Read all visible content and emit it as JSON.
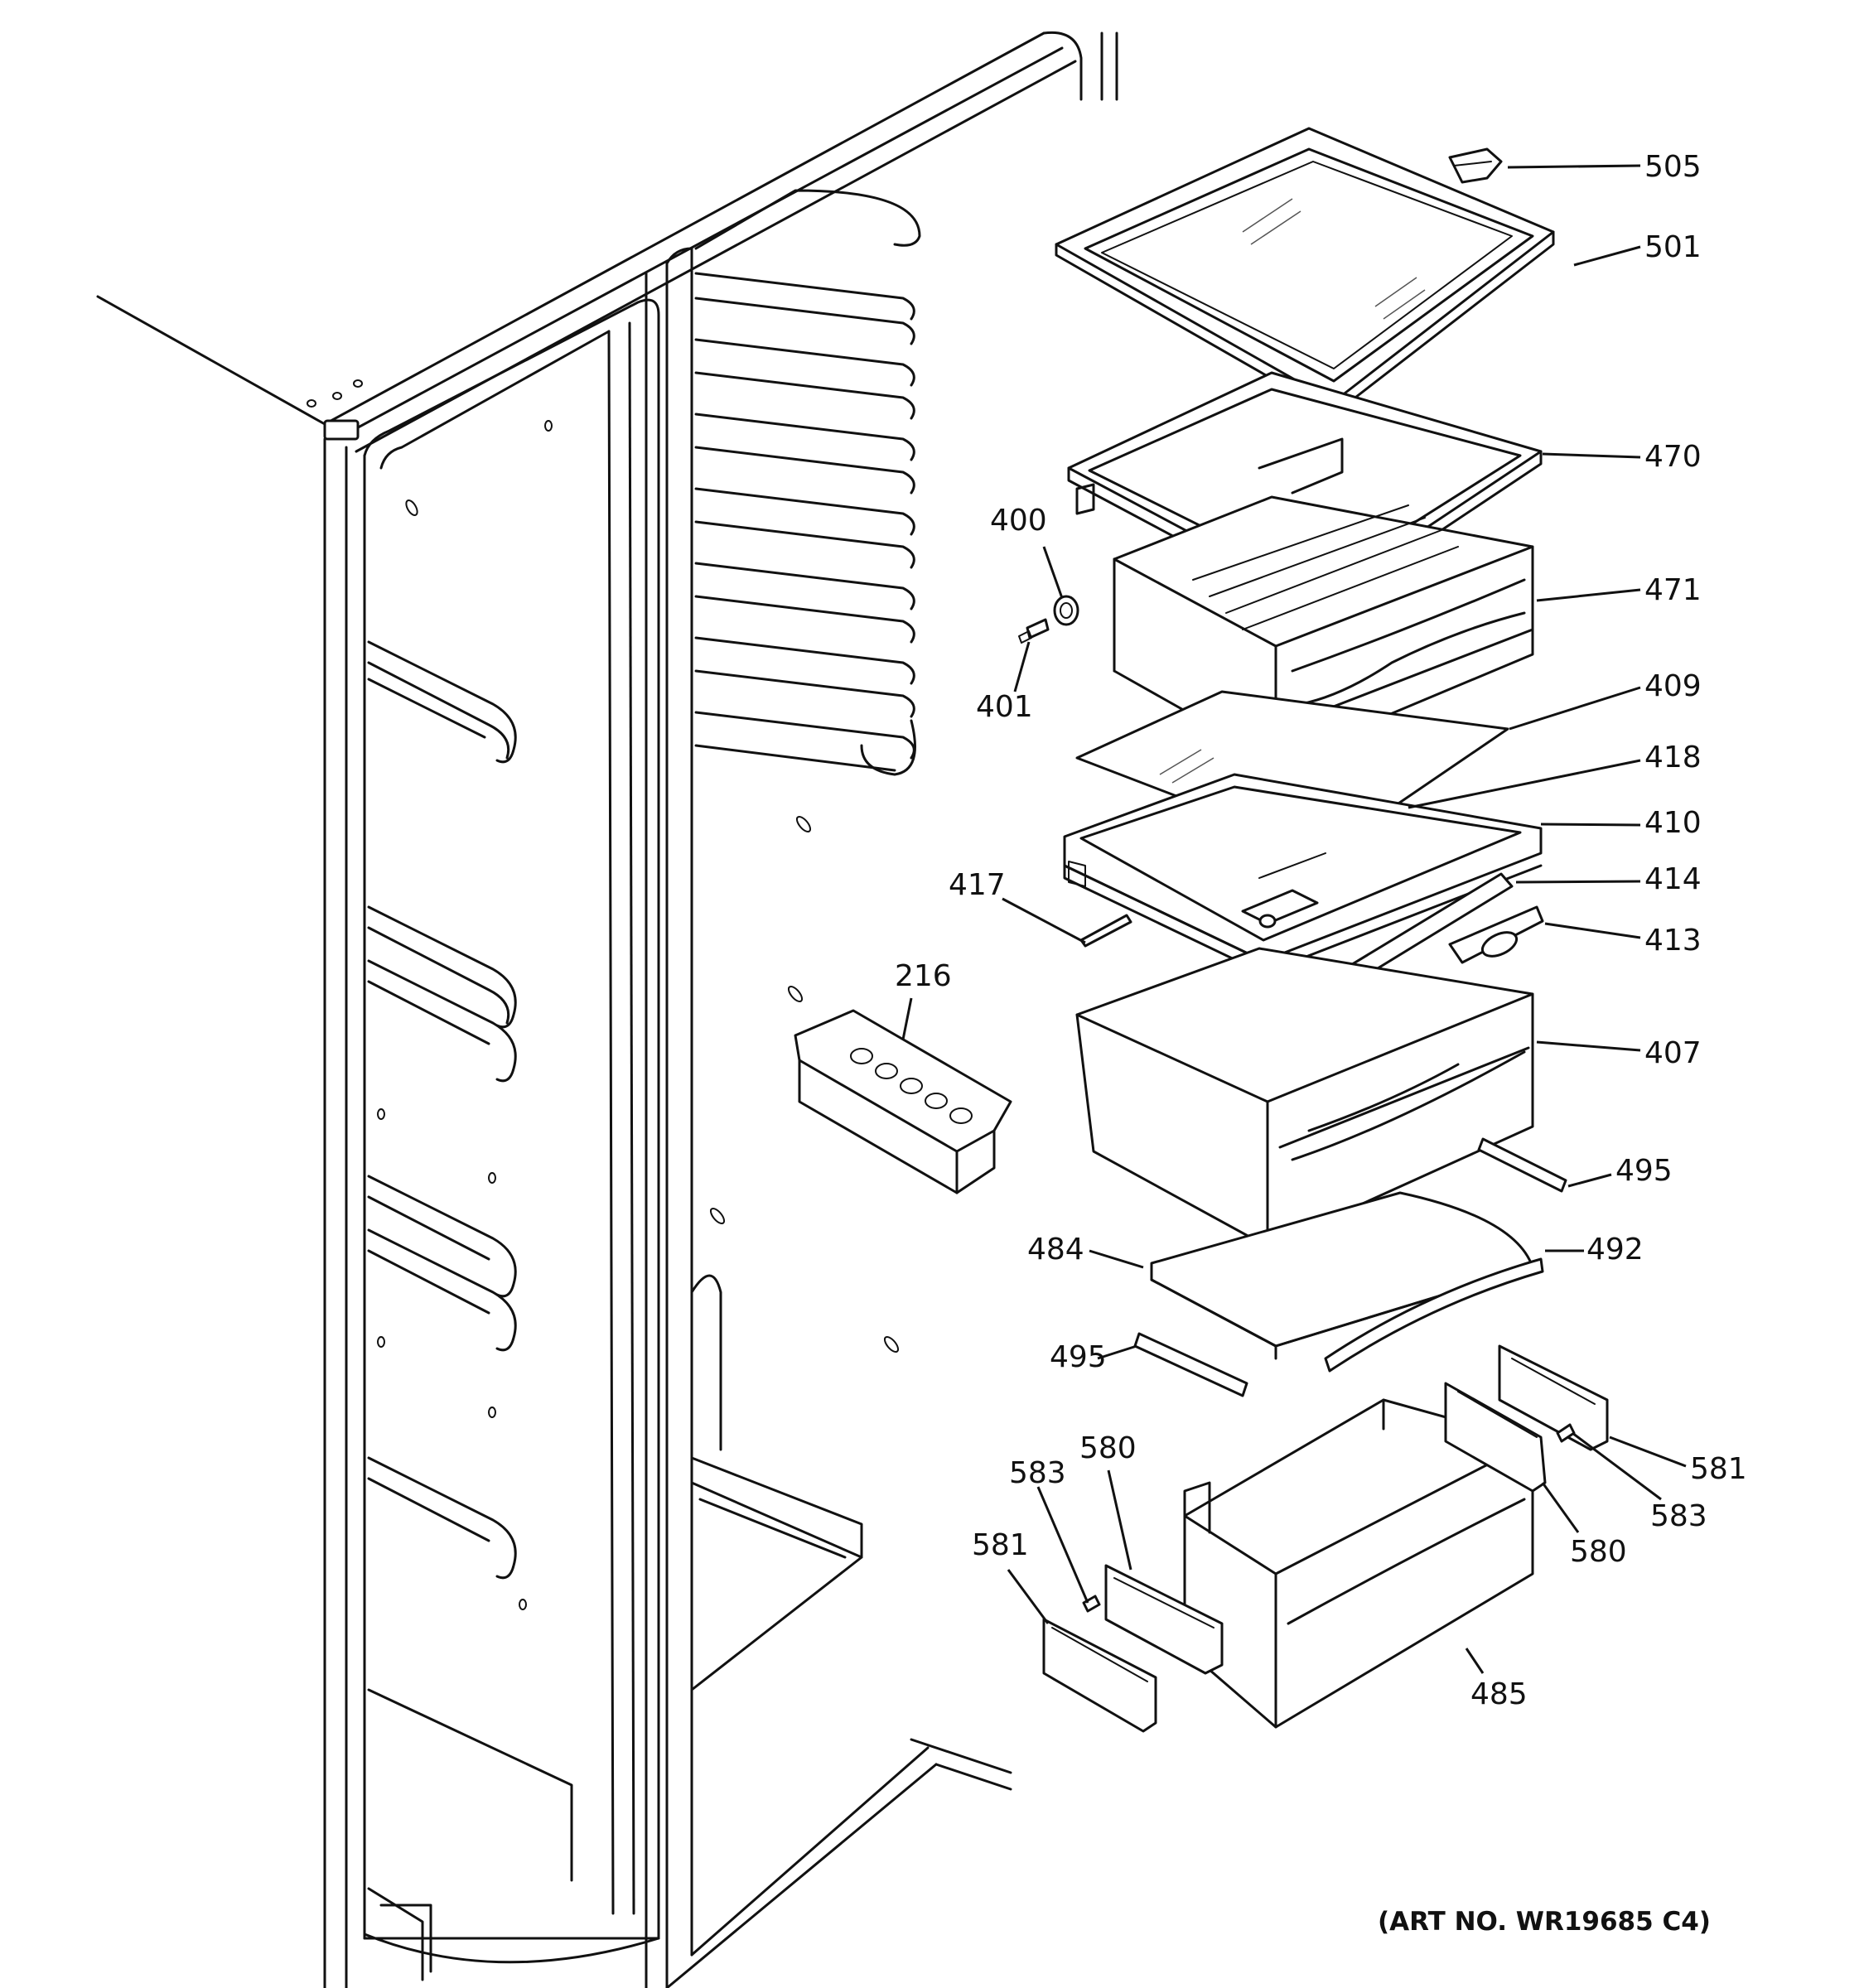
{
  "art_number": "(ART NO. WR19685 C4)",
  "callouts": [
    {
      "id": "505",
      "text": "505"
    },
    {
      "id": "501",
      "text": "501"
    },
    {
      "id": "470",
      "text": "470"
    },
    {
      "id": "471",
      "text": "471"
    },
    {
      "id": "409",
      "text": "409"
    },
    {
      "id": "418",
      "text": "418"
    },
    {
      "id": "410",
      "text": "410"
    },
    {
      "id": "414",
      "text": "414"
    },
    {
      "id": "413",
      "text": "413"
    },
    {
      "id": "407",
      "text": "407"
    },
    {
      "id": "495a",
      "text": "495"
    },
    {
      "id": "492",
      "text": "492"
    },
    {
      "id": "484",
      "text": "484"
    },
    {
      "id": "495b",
      "text": "495"
    },
    {
      "id": "400",
      "text": "400"
    },
    {
      "id": "401",
      "text": "401"
    },
    {
      "id": "417",
      "text": "417"
    },
    {
      "id": "216",
      "text": "216"
    },
    {
      "id": "580a",
      "text": "580"
    },
    {
      "id": "583a",
      "text": "583"
    },
    {
      "id": "581a",
      "text": "581"
    },
    {
      "id": "581b",
      "text": "581"
    },
    {
      "id": "583b",
      "text": "583"
    },
    {
      "id": "580b",
      "text": "580"
    },
    {
      "id": "485",
      "text": "485"
    }
  ]
}
